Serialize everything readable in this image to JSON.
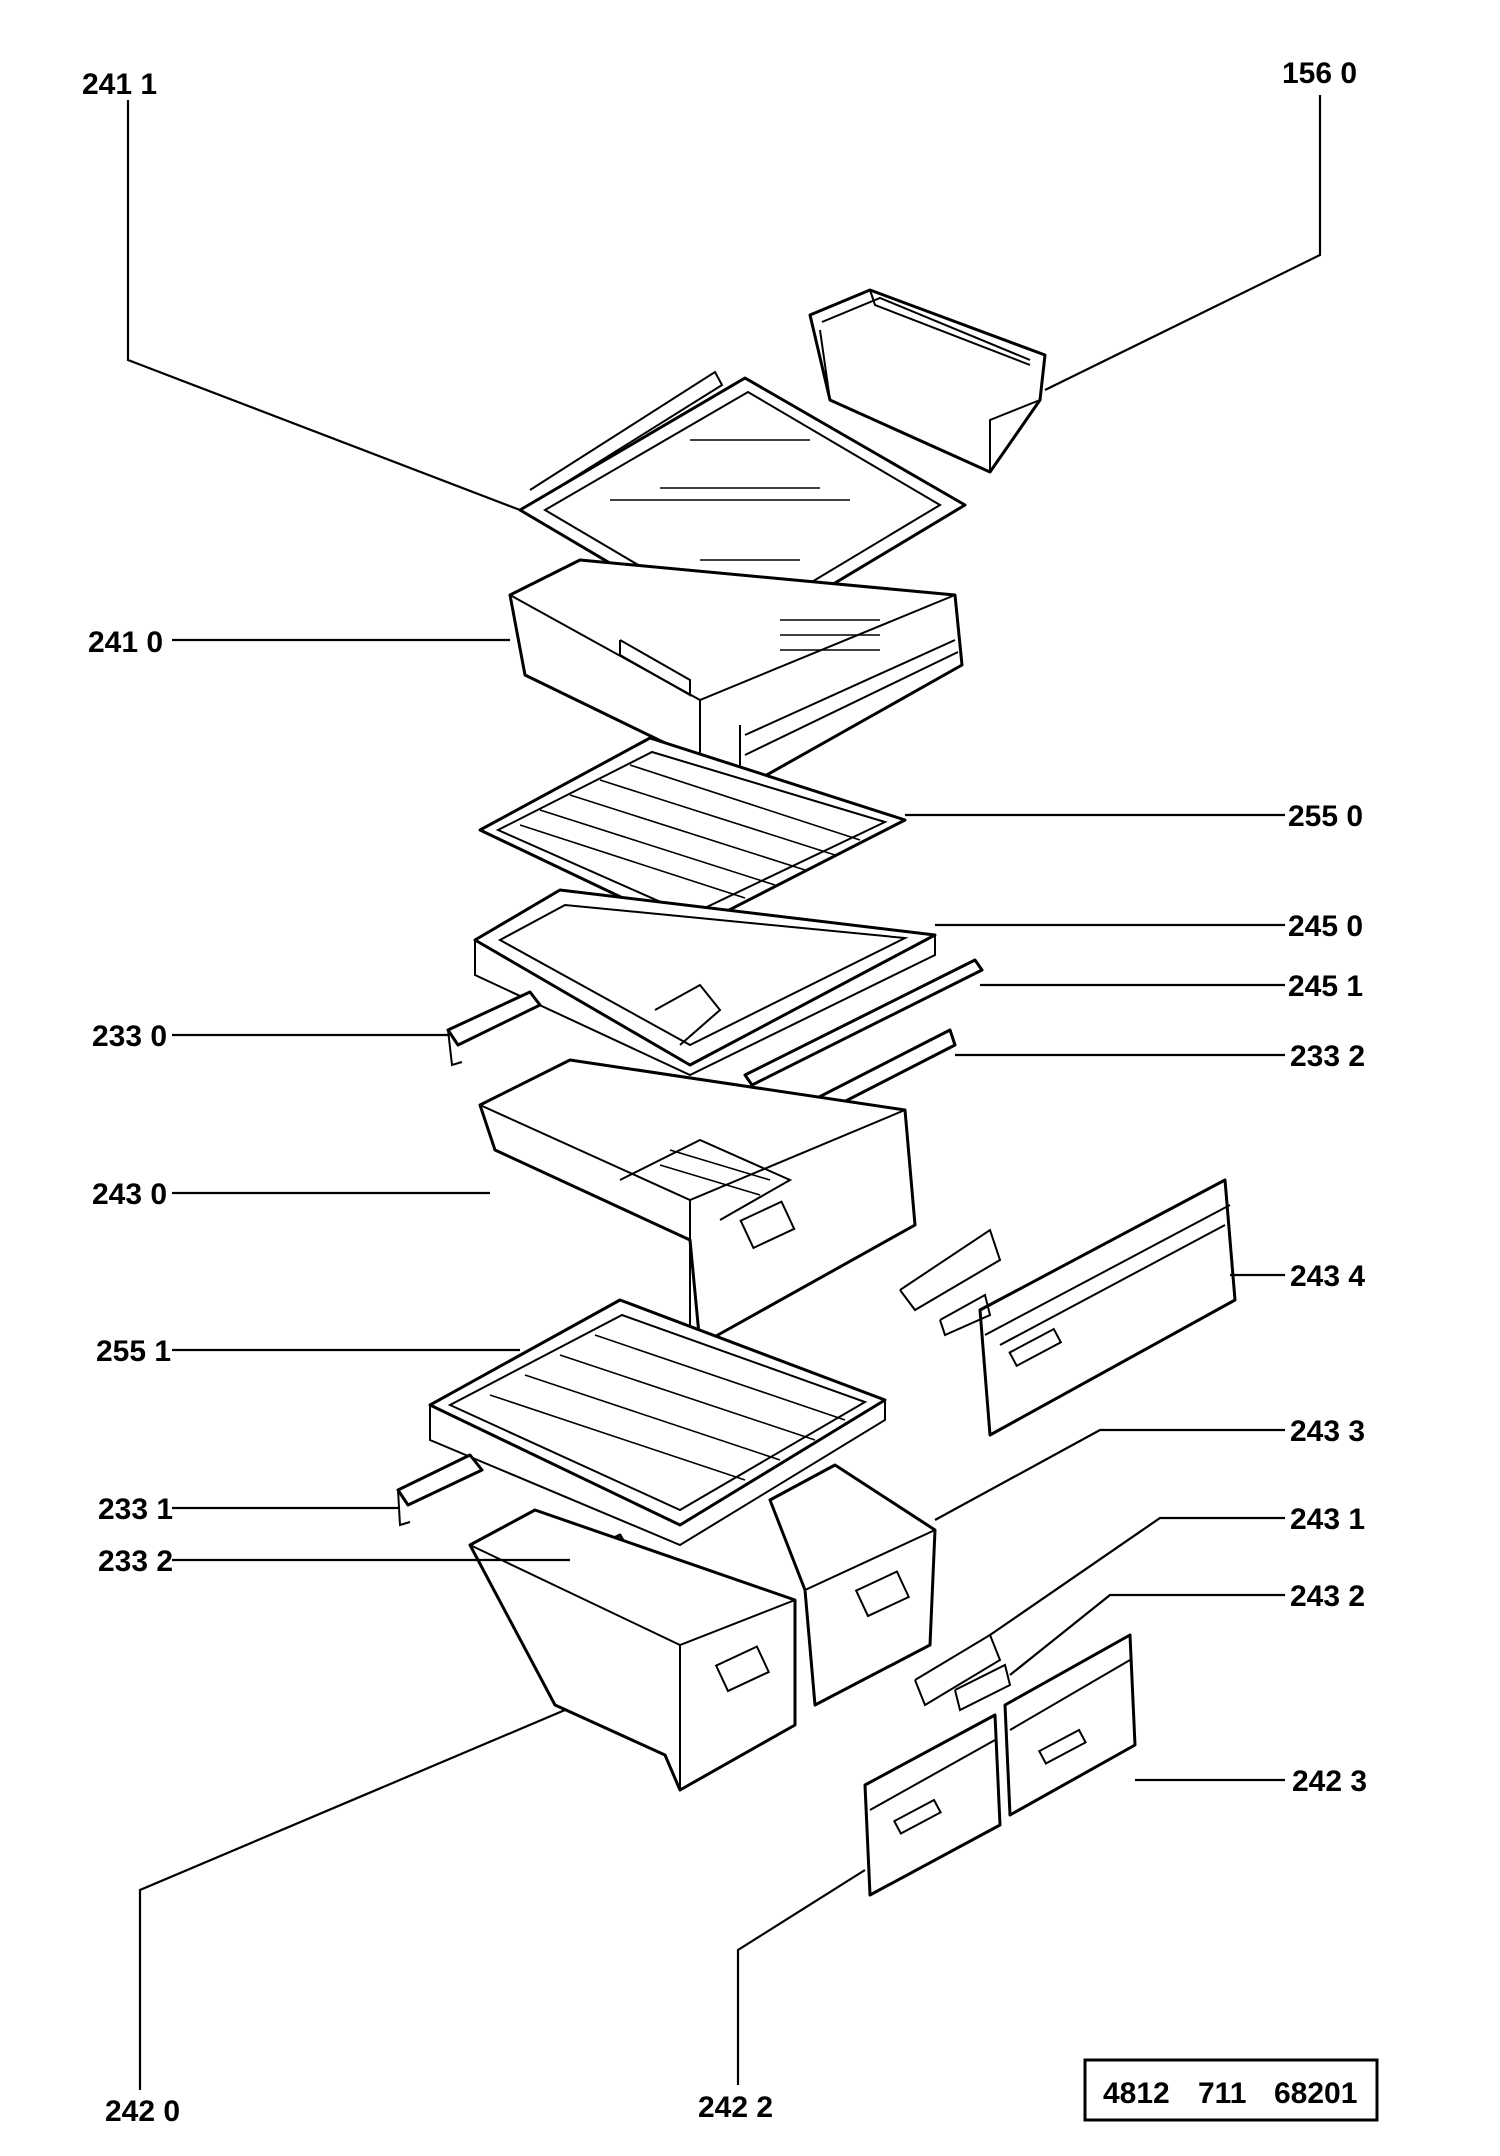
{
  "diagram": {
    "labels": {
      "l2411": "241 1",
      "l1560": "156 0",
      "l2410": "241 0",
      "l2550": "255 0",
      "l2450": "245 0",
      "l2451": "245 1",
      "l2330": "233 0",
      "l2332a": "233 2",
      "l2430": "243 0",
      "l2434": "243 4",
      "l2551": "255 1",
      "l2433": "243 3",
      "l2331": "233 1",
      "l2332b": "233 2",
      "l2431": "243 1",
      "l2432": "243 2",
      "l2423": "242 3",
      "l2420": "242 0",
      "l2422": "242  2"
    },
    "reference_number": [
      "4812",
      "711",
      "68201"
    ]
  }
}
